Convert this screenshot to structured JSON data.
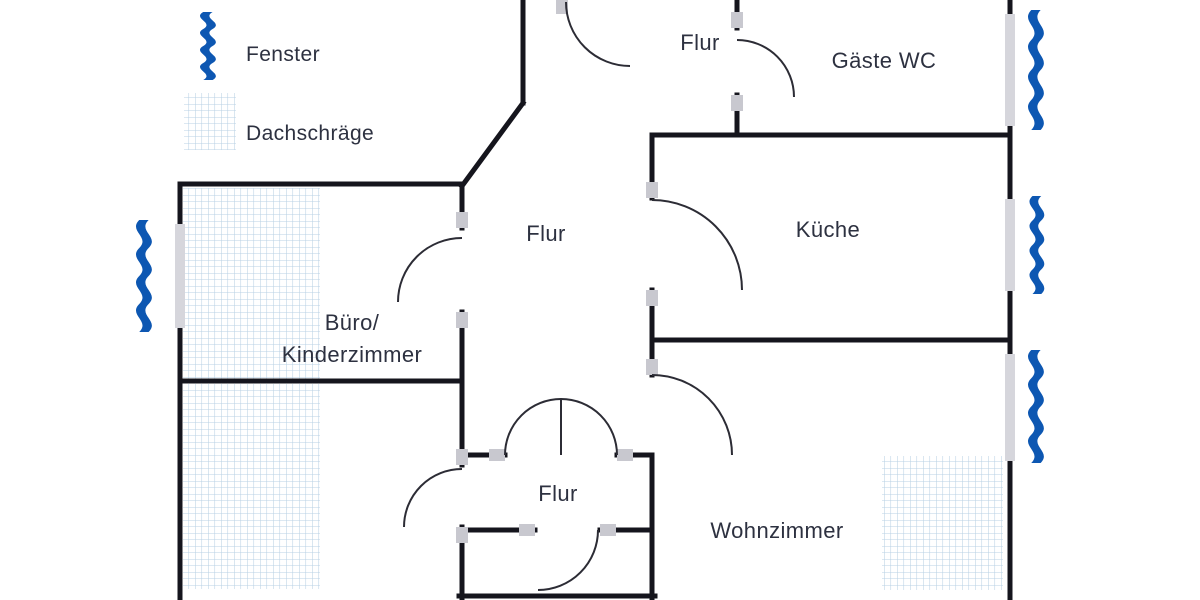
{
  "legend": {
    "fenster_label": "Fenster",
    "dachschraege_label": "Dachschräge"
  },
  "rooms": {
    "flur_top": "Flur",
    "gaeste_wc": "Gäste WC",
    "kueche": "Küche",
    "flur_center": "Flur",
    "buero_line1": "Büro/",
    "buero_line2": "Kinderzimmer",
    "flur_lower": "Flur",
    "wohnzimmer": "Wohnzimmer"
  },
  "colors": {
    "wall": "#15151d",
    "door_line": "#2c2c35",
    "jamb_gray": "#c8c8cf",
    "window_frame_gray": "#d6d6dc",
    "window_blue": "#0d57b2",
    "hatch_line": "#b9d1e4",
    "text": "#2d3140",
    "background": "#ffffff"
  }
}
